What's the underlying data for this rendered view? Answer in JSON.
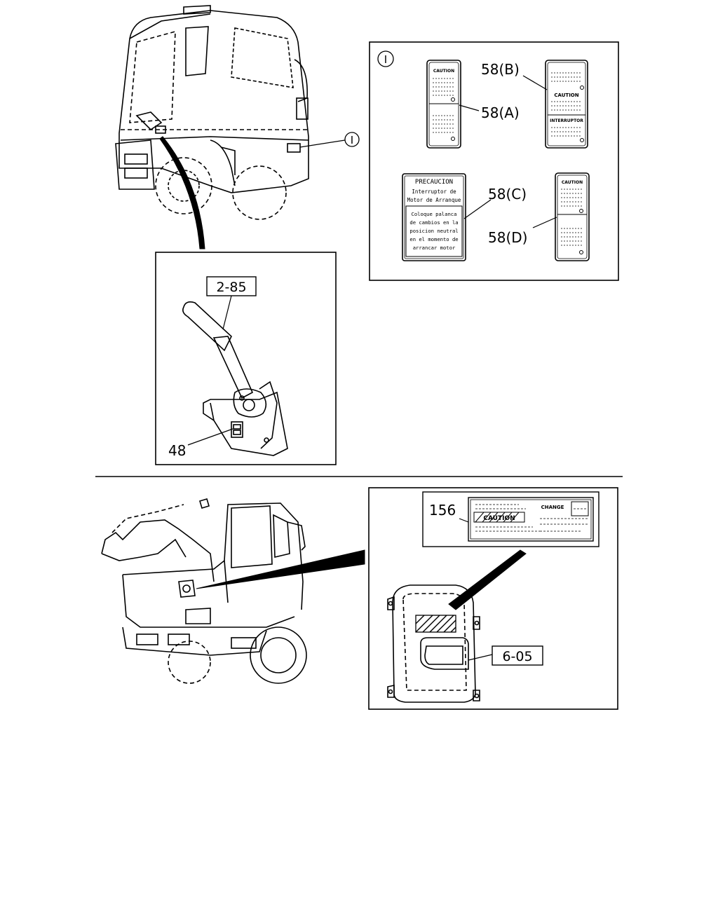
{
  "callouts": {
    "detail_marker": "I",
    "label_58a": "58(A)",
    "label_58b": "58(B)",
    "label_58c": "58(C)",
    "label_58d": "58(D)",
    "ref_2_85": "2-85",
    "label_48": "48",
    "label_156": "156",
    "ref_6_05": "6-05"
  },
  "decal_a": {
    "title": "CAUTION"
  },
  "decal_b": {
    "caution": "CAUTION",
    "interruptor": "INTERRUPTOR"
  },
  "decal_c": {
    "title": "PRECAUCION",
    "subtitle_line1": "Interruptor de",
    "subtitle_line2": "Motor de Arranque",
    "body_line1": "Coloque palanca",
    "body_line2": "de cambios en la",
    "body_line3": "posicion neutral",
    "body_line4": "en el momento de",
    "body_line5": "arrancar motor"
  },
  "decal_d": {
    "title": "CAUTION"
  },
  "decal_156": {
    "caution": "CAUTION",
    "change": "CHANGE"
  }
}
